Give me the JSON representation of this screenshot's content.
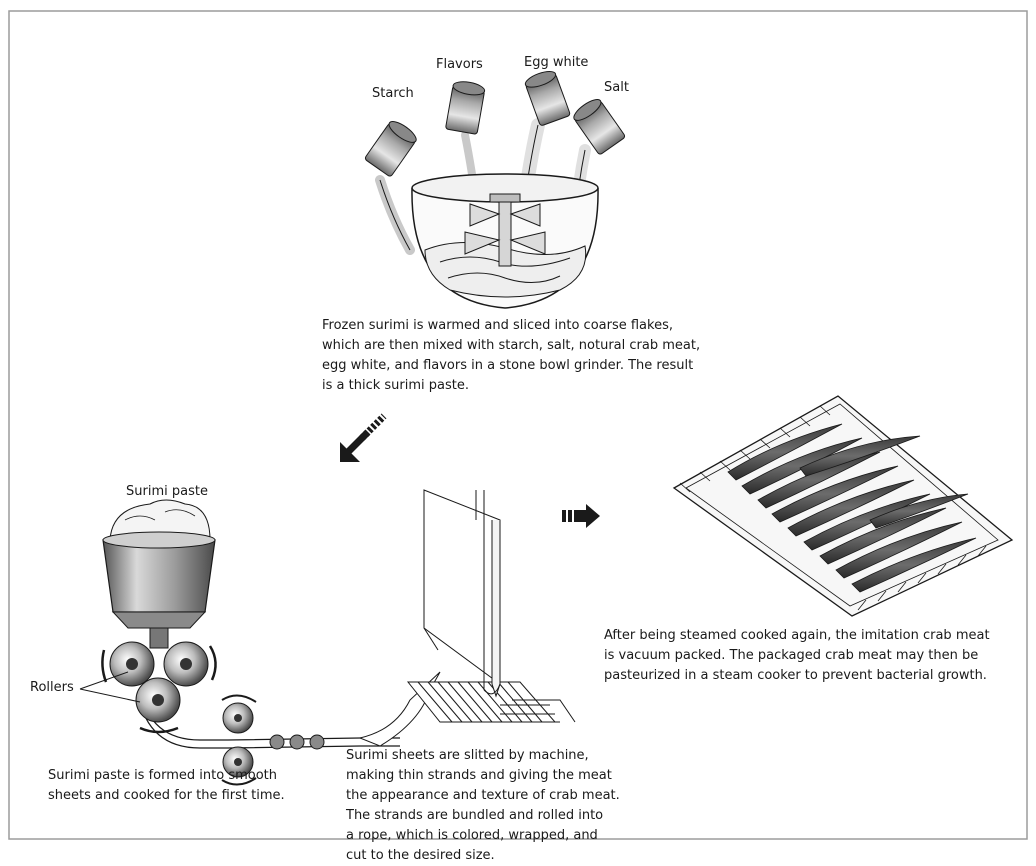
{
  "labels": {
    "starch": "Starch",
    "flavors": "Flavors",
    "egg_white": "Egg white",
    "salt": "Salt",
    "surimi_paste": "Surimi paste",
    "rollers": "Rollers"
  },
  "captions": {
    "mixing": [
      "Frozen surimi is warmed and sliced into coarse flakes,",
      "which are then mixed with starch, salt, notural crab meat,",
      "egg white, and flavors in a stone bowl grinder. The result",
      "is a thick surimi paste."
    ],
    "forming": [
      "Surimi paste is formed into smooth",
      "sheets and cooked for the first time."
    ],
    "slitting": [
      "Surimi sheets are slitted by machine,",
      "making thin strands and giving the meat",
      "the appearance and texture of crab meat.",
      "The strands are bundled and rolled into",
      "a rope, which is colored, wrapped, and",
      "cut to the desired size."
    ],
    "packing": [
      "After being steamed cooked again, the imitation crab meat",
      "is vacuum packed. The packaged crab meat may then be",
      "pasteurized in a steam cooker to prevent bacterial growth."
    ]
  }
}
